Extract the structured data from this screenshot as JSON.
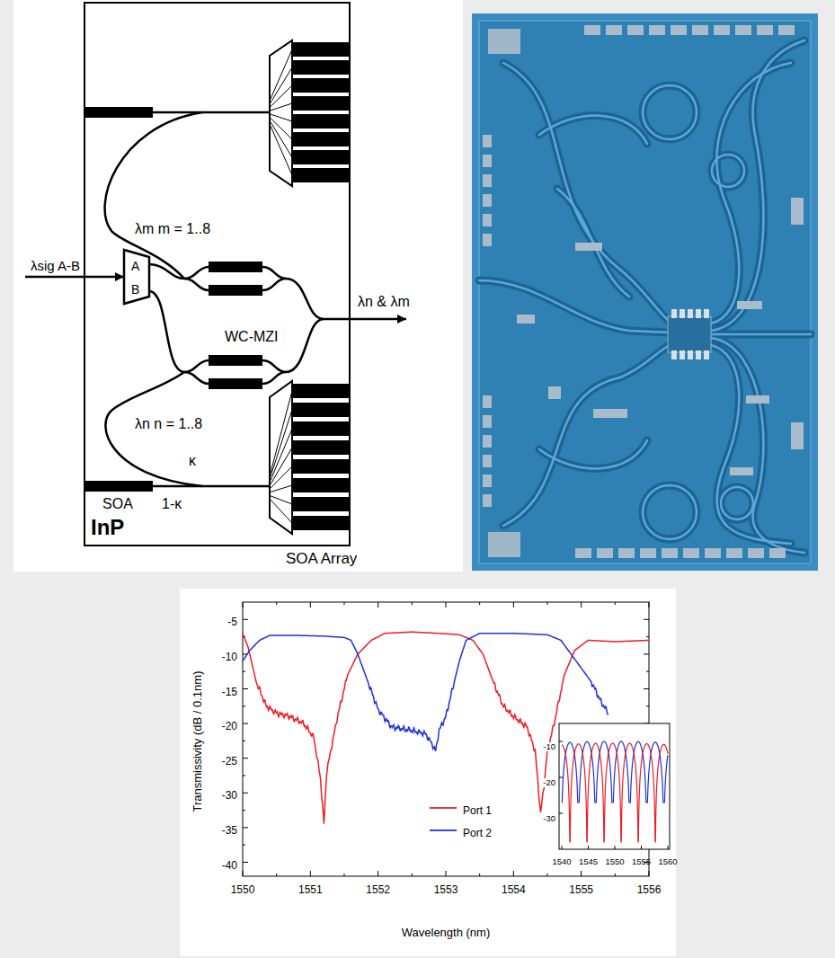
{
  "diagram": {
    "nodes": [
      {
        "text": [
          "InP"
        ]
      }
    ],
    "labels": [
      "λm m = 1..8",
      "λsig A-B",
      "A",
      "B",
      "WC-MZI",
      "λn & λm",
      "λn n = 1..8",
      "κ",
      "SOA",
      "1-κ",
      "SOA Array",
      "-5",
      "-10",
      "-15",
      "-20",
      "-25",
      "-30",
      "-35",
      "-40",
      "Transmissivity (dB / 0.1nm)",
      "1550",
      "1551",
      "1552",
      "1553",
      "1554",
      "1555",
      "1556",
      "Wavelength (nm)",
      "-10",
      "-20",
      "-30",
      "1540",
      "1545",
      "1550",
      "1555",
      "1560"
    ],
    "legend": [
      {
        "text": "Port 1"
      },
      {
        "text": "Port 2"
      }
    ]
  }
}
